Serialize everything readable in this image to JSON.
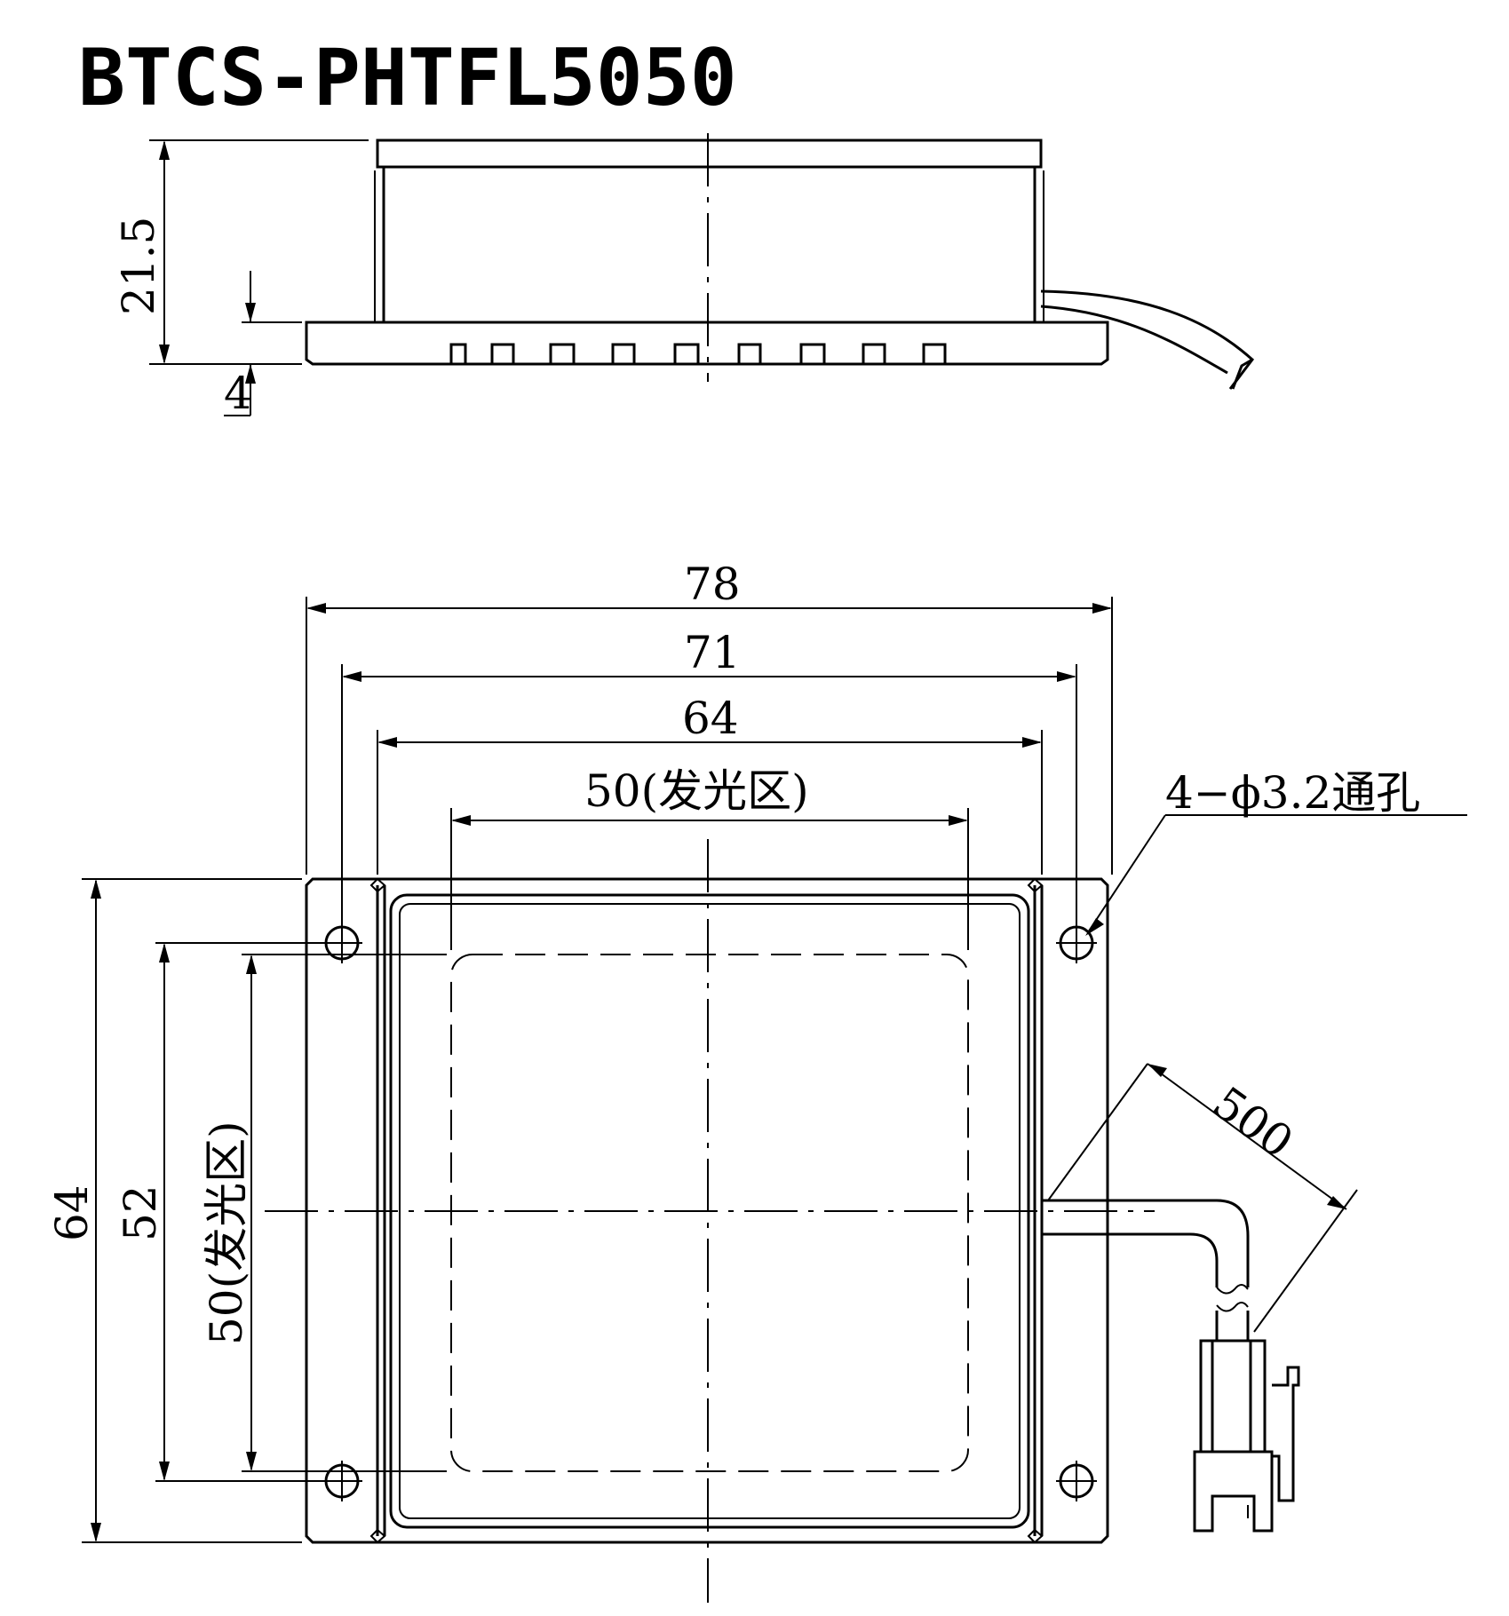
{
  "title": "BTCS-PHTFL5050",
  "side_view": {
    "height_label": "21.5",
    "base_label": "4"
  },
  "top_view": {
    "width_outer": "78",
    "width_holes": "71",
    "width_body": "64",
    "width_emit": "50(发光区)",
    "height_outer": "64",
    "height_holes": "52",
    "height_emit": "50(发光区)",
    "hole_note": "4−ϕ3.2通孔",
    "cable_length": "500"
  }
}
